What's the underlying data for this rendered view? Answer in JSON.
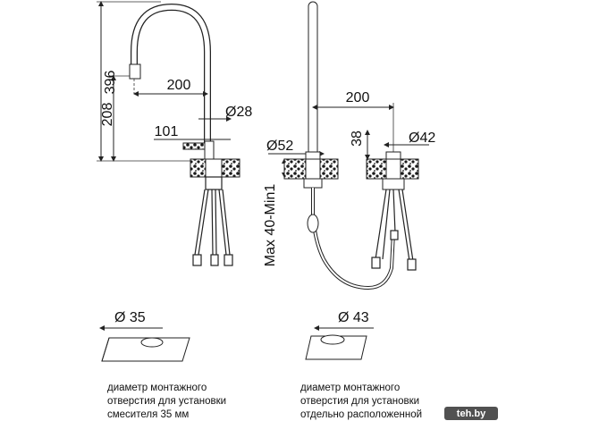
{
  "left_view": {
    "height_total": "396",
    "height_spout": "208",
    "reach": "200",
    "spout_diameter": "Ø28",
    "lever_length": "101"
  },
  "right_view": {
    "reach": "200",
    "body_diameter": "Ø52",
    "base_diameter": "Ø42",
    "base_height": "38",
    "countertop_thickness": "Max 40-Min1"
  },
  "hole_left": {
    "diameter": "Ø 35",
    "caption": [
      "диаметр монтажного",
      "отверстия для установки",
      "смесителя 35 мм"
    ]
  },
  "hole_right": {
    "diameter": "Ø 43",
    "caption": [
      "диаметр монтажного",
      "отверстия для установки",
      "отдельно расположенной"
    ]
  },
  "watermark": {
    "text": "teh.by"
  },
  "colors": {
    "line": "#222222",
    "granite": "#1a1a1a",
    "watermark_bg": "#333333"
  }
}
